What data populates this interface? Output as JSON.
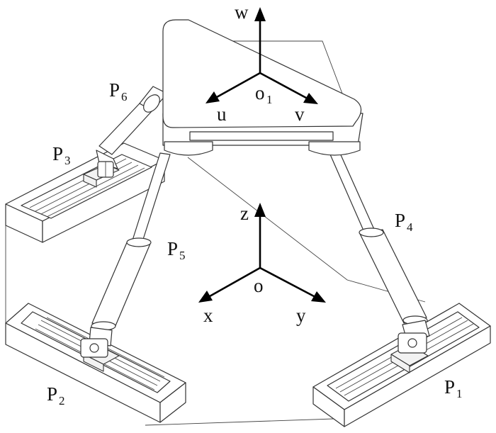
{
  "labels": {
    "w": "w",
    "u": "u",
    "v": "v",
    "o1_main": "o",
    "o1_sub": "1",
    "z": "z",
    "x": "x",
    "y": "y",
    "o": "o",
    "p1_main": "P",
    "p1_sub": "1",
    "p2_main": "P",
    "p2_sub": "2",
    "p3_main": "P",
    "p3_sub": "3",
    "p4_main": "P",
    "p4_sub": "4",
    "p5_main": "P",
    "p5_sub": "5",
    "p6_main": "P",
    "p6_sub": "6"
  },
  "colors": {
    "line": "#333333",
    "axis": "#000000",
    "background": "#ffffff"
  }
}
